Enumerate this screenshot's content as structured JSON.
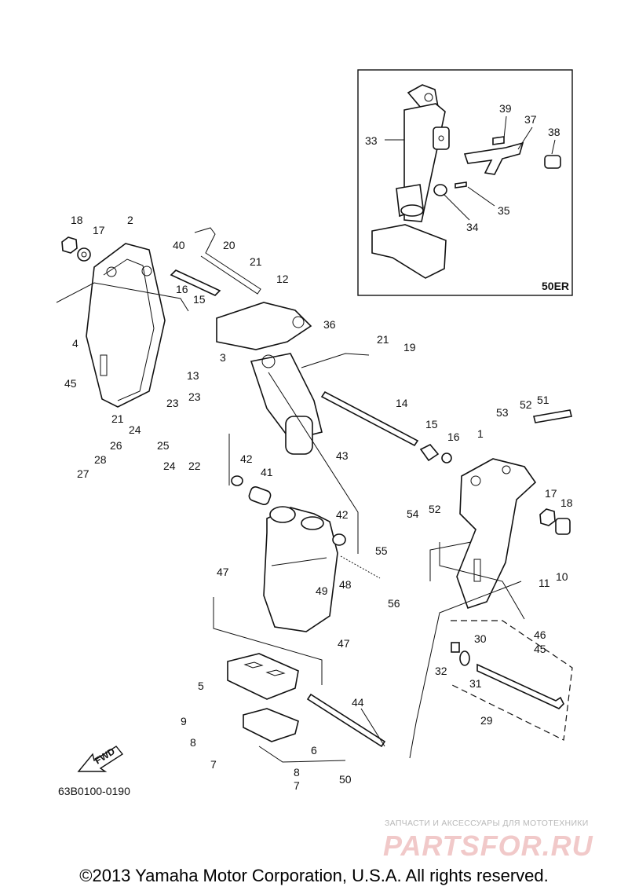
{
  "inset": {
    "model_label": "50ER"
  },
  "part_numbers": [
    "1",
    "2",
    "3",
    "4",
    "5",
    "6",
    "7",
    "8",
    "9",
    "10",
    "11",
    "12",
    "13",
    "14",
    "15",
    "16",
    "17",
    "18",
    "19",
    "20",
    "21",
    "22",
    "23",
    "24",
    "25",
    "26",
    "27",
    "28",
    "29",
    "30",
    "31",
    "32",
    "33",
    "34",
    "35",
    "36",
    "37",
    "38",
    "39",
    "40",
    "41",
    "42",
    "43",
    "44",
    "45",
    "46",
    "47",
    "48",
    "49",
    "50",
    "51",
    "52",
    "53",
    "54",
    "55",
    "56"
  ],
  "callouts": [
    {
      "text": "18"
    },
    {
      "text": "17"
    },
    {
      "text": "2"
    },
    {
      "text": "4"
    },
    {
      "text": "45"
    },
    {
      "text": "40"
    },
    {
      "text": "20"
    },
    {
      "text": "21"
    },
    {
      "text": "16"
    },
    {
      "text": "15"
    },
    {
      "text": "3"
    },
    {
      "text": "13"
    },
    {
      "text": "12"
    },
    {
      "text": "36"
    },
    {
      "text": "21"
    },
    {
      "text": "19"
    },
    {
      "text": "14"
    },
    {
      "text": "15"
    },
    {
      "text": "16"
    },
    {
      "text": "21"
    },
    {
      "text": "23"
    },
    {
      "text": "23"
    },
    {
      "text": "24"
    },
    {
      "text": "25"
    },
    {
      "text": "26"
    },
    {
      "text": "28"
    },
    {
      "text": "27"
    },
    {
      "text": "24"
    },
    {
      "text": "22"
    },
    {
      "text": "42"
    },
    {
      "text": "41"
    },
    {
      "text": "43"
    },
    {
      "text": "42"
    },
    {
      "text": "55"
    },
    {
      "text": "47"
    },
    {
      "text": "49"
    },
    {
      "text": "48"
    },
    {
      "text": "56"
    },
    {
      "text": "47"
    },
    {
      "text": "5"
    },
    {
      "text": "44"
    },
    {
      "text": "9"
    },
    {
      "text": "8"
    },
    {
      "text": "6"
    },
    {
      "text": "7"
    },
    {
      "text": "8"
    },
    {
      "text": "7"
    },
    {
      "text": "50"
    },
    {
      "text": "1"
    },
    {
      "text": "53"
    },
    {
      "text": "52"
    },
    {
      "text": "51"
    },
    {
      "text": "54"
    },
    {
      "text": "52"
    },
    {
      "text": "17"
    },
    {
      "text": "18"
    },
    {
      "text": "10"
    },
    {
      "text": "11"
    },
    {
      "text": "46"
    },
    {
      "text": "45"
    },
    {
      "text": "30"
    },
    {
      "text": "32"
    },
    {
      "text": "31"
    },
    {
      "text": "29"
    },
    {
      "text": "33"
    },
    {
      "text": "39"
    },
    {
      "text": "37"
    },
    {
      "text": "38"
    },
    {
      "text": "34"
    },
    {
      "text": "35"
    }
  ],
  "fwd_label": "FWD",
  "diagram_code": "63B0100-0190",
  "watermark": {
    "line1": "ЗАПЧАСТИ И АКСЕССУАРЫ ДЛЯ МОТОТЕХНИКИ",
    "line2": "PARTSFOR.RU"
  },
  "copyright": "©2013 Yamaha Motor Corporation, U.S.A. All rights reserved."
}
